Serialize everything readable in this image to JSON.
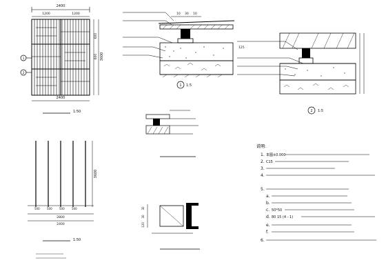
{
  "plan_panel": {
    "dims": {
      "top_total": "2400",
      "top_a": "1200",
      "top_b": "1200",
      "right_a": "600",
      "right_b": "600",
      "right_total": "3600",
      "bottom_total": "2400"
    },
    "section_markers": {
      "upper": "1",
      "lower": "2"
    },
    "title_scale": "1:50"
  },
  "detail_1": {
    "dims": {
      "d1": "10",
      "d2": "30",
      "d3": "10",
      "d4": "125"
    },
    "marker": "1",
    "scale": "1:5"
  },
  "detail_2": {
    "marker": "2",
    "scale": "1:5"
  },
  "small_detail": {},
  "plan_panel_2": {
    "dims": {
      "side": "3600",
      "bottom_a": "2800",
      "bottom_b": "2400",
      "b1": "500",
      "b2": "500",
      "b3": "500",
      "b4": "500"
    },
    "title_scale": "1:50"
  },
  "steel_section": {
    "dims": {
      "h1": "30",
      "h2": "30",
      "h3": "120"
    }
  },
  "notes": {
    "heading": "说明:",
    "items": [
      {
        "num": "1.",
        "text": "本图±0.000"
      },
      {
        "num": "2.",
        "text": "C15"
      },
      {
        "num": "3.",
        "text": ""
      },
      {
        "num": "4.",
        "text": ""
      },
      {
        "num": "5.",
        "text": ""
      },
      {
        "num": "a.",
        "text": ""
      },
      {
        "num": "b.",
        "text": ""
      },
      {
        "num": "c.",
        "text": "50*50"
      },
      {
        "num": "d.",
        "text": "80 15 (4 - 1)"
      },
      {
        "num": "e.",
        "text": ""
      },
      {
        "num": "f.",
        "text": ""
      },
      {
        "num": "6.",
        "text": ""
      }
    ]
  }
}
